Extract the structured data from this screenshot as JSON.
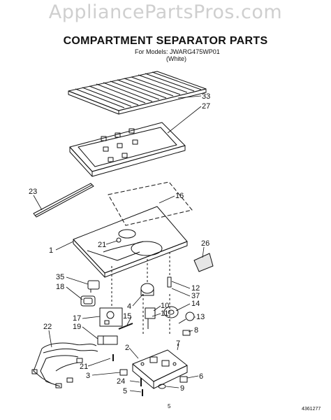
{
  "watermark": "AppliancePartsPros.com",
  "title": "COMPARTMENT SEPARATOR PARTS",
  "models_line": "For Models: JWARG475WP01",
  "color_line": "(White)",
  "page_number": "5",
  "doc_code": "4361277",
  "callouts": {
    "c33": "33",
    "c27": "27",
    "c23": "23",
    "c16": "16",
    "c1": "1",
    "c21a": "21",
    "c26": "26",
    "c35": "35",
    "c18": "18",
    "c12": "12",
    "c37": "37",
    "c14": "14",
    "c4": "4",
    "c10": "10",
    "c11": "11",
    "c15": "15",
    "c17": "17",
    "c13": "13",
    "c19": "19",
    "c8": "8",
    "c22": "22",
    "c7": "7",
    "c2": "2",
    "c21b": "21",
    "c6": "6",
    "c3": "3",
    "c9": "9",
    "c24": "24",
    "c5": "5"
  }
}
